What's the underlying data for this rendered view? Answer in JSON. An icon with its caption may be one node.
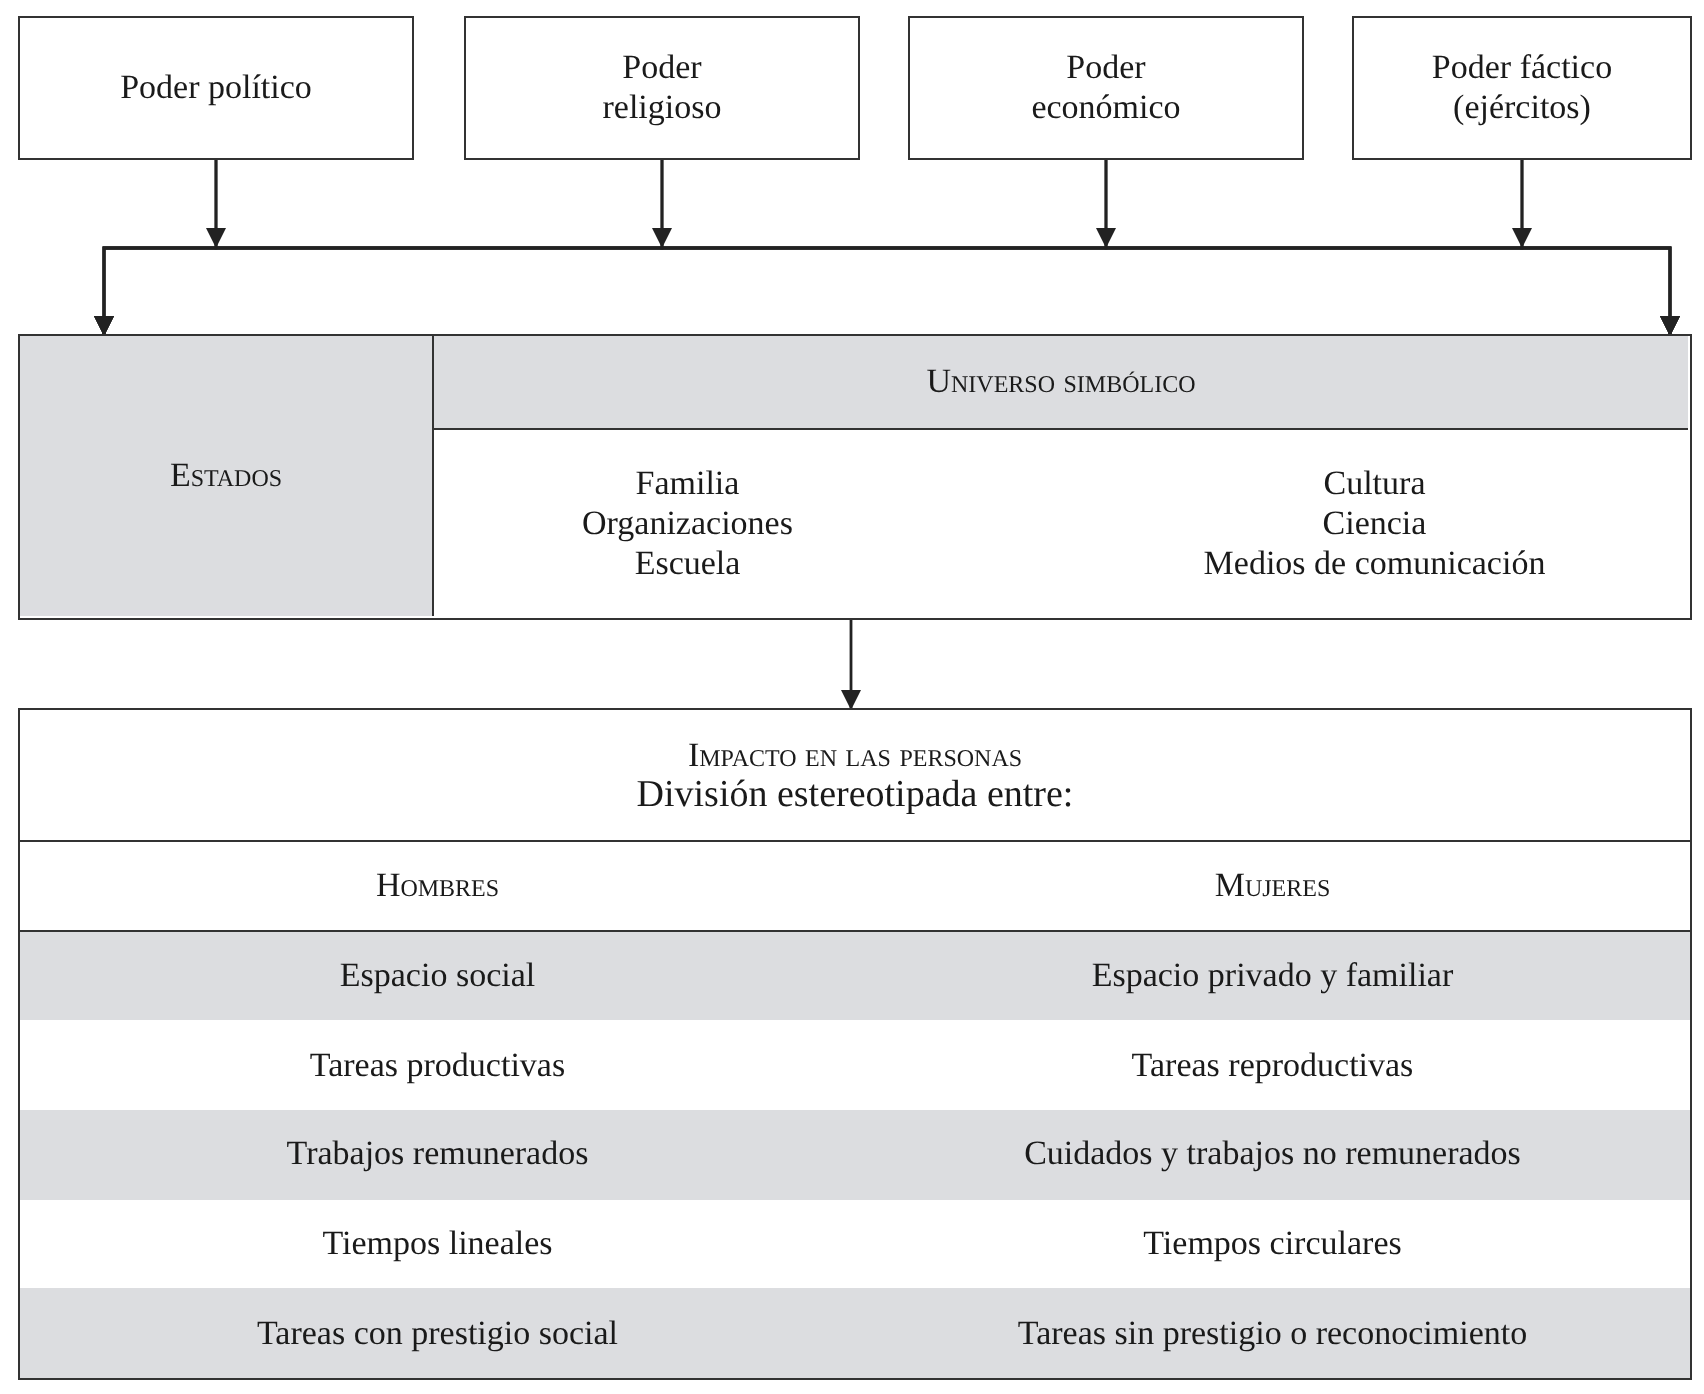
{
  "diagram": {
    "nodes": [
      {
        "text": [
          "Poder político"
        ]
      },
      {
        "text": [
          "Poder religioso"
        ]
      },
      {
        "text": [
          "Poder económico"
        ]
      },
      {
        "text": [
          "Poder fáctico (ejércitos)"
        ]
      },
      {
        "text": [],
        "shape": "box"
      },
      {
        "text": [
          "Estados"
        ],
        "in": 4
      },
      {
        "text": [
          "Universo simbólico",
          "Familia",
          "Organizaciones",
          "Escuela",
          "Cultura",
          "Ciencia",
          "Medios de comunicación"
        ],
        "in": 4
      },
      {
        "text": [
          "Impacto en las personas",
          "División estereotipada entre:"
        ]
      }
    ],
    "edges": [
      {
        "from": 0,
        "to": 5,
        "arrow": "to"
      },
      {
        "from": 0,
        "to": 6,
        "arrow": "to"
      },
      {
        "from": 1,
        "to": 5,
        "arrow": "to"
      },
      {
        "from": 1,
        "to": 6,
        "arrow": "to"
      },
      {
        "from": 2,
        "to": 5,
        "arrow": "to"
      },
      {
        "from": 2,
        "to": 6,
        "arrow": "to"
      },
      {
        "from": 3,
        "to": 5,
        "arrow": "to"
      },
      {
        "from": 3,
        "to": 6,
        "arrow": "to"
      },
      {
        "from": 4,
        "to": 7,
        "arrow": "to"
      }
    ],
    "labels": [
      "Hombres",
      "Mujeres",
      "Espacio social",
      "Espacio privado y familiar",
      "Tareas productivas",
      "Tareas reproductivas",
      "Trabajos remunerados",
      "Cuidados y trabajos no remunerados",
      "Tiempos lineales",
      "Tiempos circulares",
      "Tareas con prestigio social",
      "Tareas sin prestigio o reconocimiento"
    ]
  }
}
